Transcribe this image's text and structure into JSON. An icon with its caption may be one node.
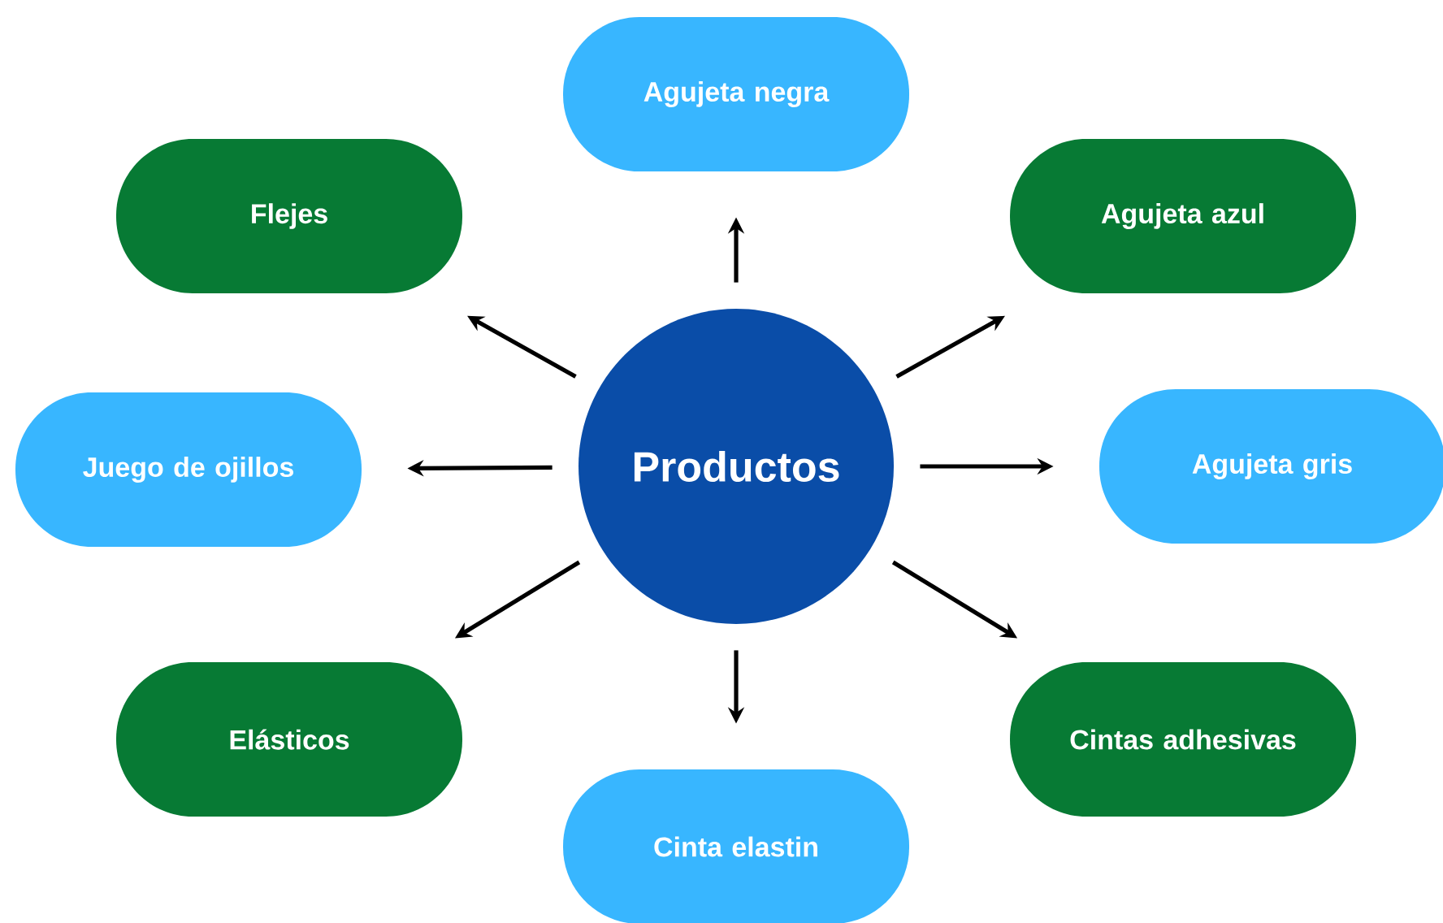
{
  "diagram": {
    "nodes": [
      {
        "text": [
          "Productos"
        ]
      },
      {
        "text": [
          "Agujeta negra"
        ]
      },
      {
        "text": [
          "Flejes"
        ]
      },
      {
        "text": [
          "Agujeta azul"
        ]
      },
      {
        "text": [
          "Juego de ojillos"
        ]
      },
      {
        "text": [
          "Agujeta gris"
        ]
      },
      {
        "text": [
          "Elásticos"
        ]
      },
      {
        "text": [
          "Cintas adhesivas"
        ]
      },
      {
        "text": [
          "Cinta elastin"
        ]
      }
    ],
    "edges": [
      {
        "from": 0,
        "to": 1,
        "arrow": "to"
      },
      {
        "from": 0,
        "to": 2,
        "arrow": "to"
      },
      {
        "from": 0,
        "to": 3,
        "arrow": "to"
      },
      {
        "from": 0,
        "to": 4,
        "arrow": "to"
      },
      {
        "from": 0,
        "to": 5,
        "arrow": "to"
      },
      {
        "from": 0,
        "to": 6,
        "arrow": "to"
      },
      {
        "from": 0,
        "to": 7,
        "arrow": "to"
      },
      {
        "from": 0,
        "to": 8,
        "arrow": "to"
      }
    ]
  }
}
